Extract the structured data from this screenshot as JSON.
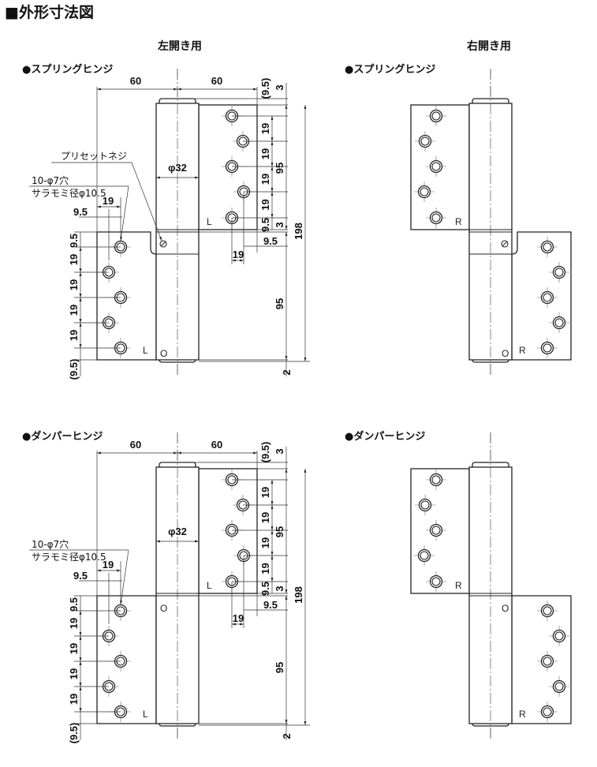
{
  "title": "■外形寸法図",
  "headings": {
    "left": "左開き用",
    "right": "右開き用"
  },
  "sections": [
    {
      "left_label": "●スプリングヒンジ",
      "right_label": "●スプリングヒンジ"
    },
    {
      "left_label": "●ダンパーヒンジ",
      "right_label": "●ダンパーヒンジ"
    }
  ],
  "dims": {
    "width_left": "60",
    "width_right": "60",
    "top_offset": "(9.5)",
    "cap": "3",
    "pitch": "19",
    "leaf_span": "95",
    "total": "198",
    "bottom_gap": "2",
    "edge": "9.5",
    "bottom_offset": "(9.5)",
    "diameter": "φ32",
    "hole_spec": "10-φ7穴",
    "countersink": "サラモミ径φ10.5",
    "preset_screw": "プリセットネジ"
  },
  "marks": {
    "left": "L",
    "right": "R",
    "orientation": "O"
  }
}
